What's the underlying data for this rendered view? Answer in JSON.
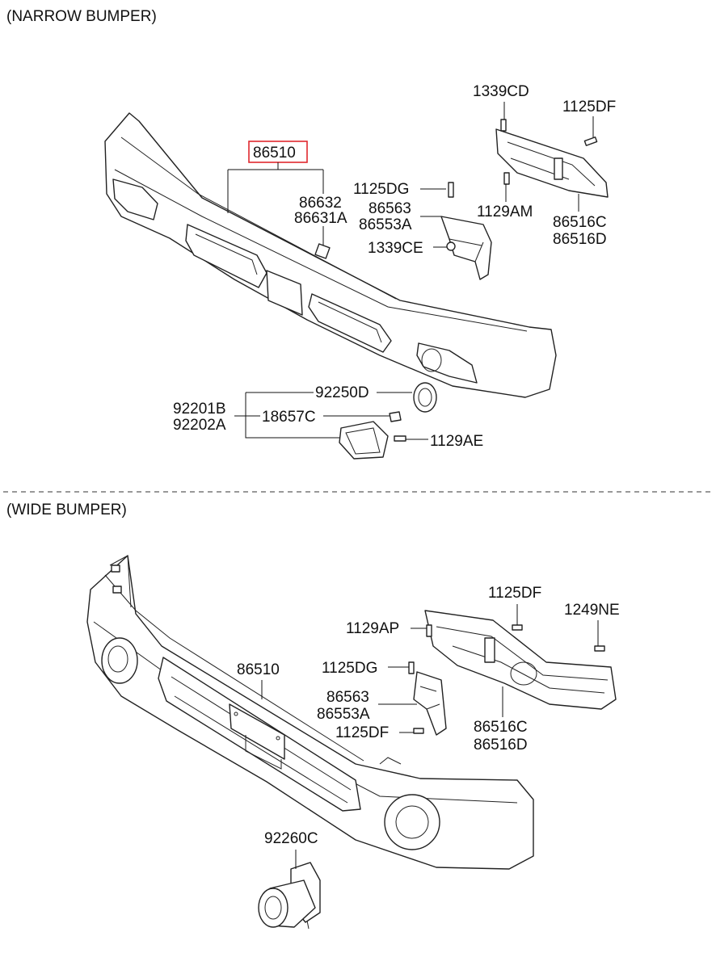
{
  "sections": {
    "narrow": "(NARROW BUMPER)",
    "wide": "(WIDE BUMPER)"
  },
  "narrow_labels": {
    "p86510": "86510",
    "p1339CD": "1339CD",
    "p1125DF": "1125DF",
    "p1125DG": "1125DG",
    "p86632": "86632",
    "p86631A": "86631A",
    "p86563": "86563",
    "p86553A": "86553A",
    "p1129AM": "1129AM",
    "p1339CE": "1339CE",
    "p86516C": "86516C",
    "p86516D": "86516D",
    "p92250D": "92250D",
    "p92201B": "92201B",
    "p92202A": "92202A",
    "p18657C": "18657C",
    "p1129AE": "1129AE"
  },
  "wide_labels": {
    "p1125DF_a": "1125DF",
    "p1249NE": "1249NE",
    "p1129AP": "1129AP",
    "p86510": "86510",
    "p1125DG": "1125DG",
    "p86563": "86563",
    "p86553A": "86553A",
    "p1125DF_b": "1125DF",
    "p86516C": "86516C",
    "p86516D": "86516D",
    "p92260C": "92260C"
  },
  "colors": {
    "highlight": "#e0282e",
    "line": "#222222"
  }
}
